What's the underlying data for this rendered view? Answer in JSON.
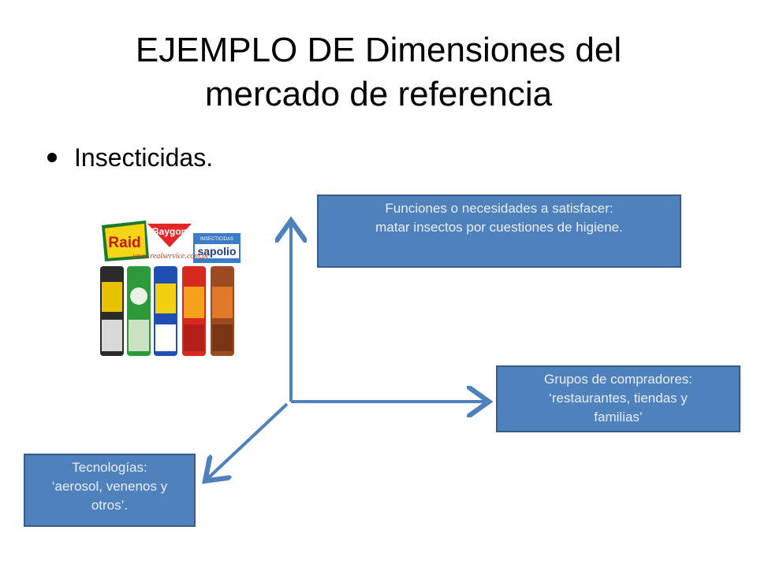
{
  "slide": {
    "title_line1": "EJEMPLO DE Dimensiones del",
    "title_line2": "mercado de referencia",
    "bullet": "Insecticidas."
  },
  "boxes": {
    "functions": {
      "line1": "Funciones o necesidades  a satisfacer:",
      "line2": "matar insectos por cuestiones de higiene."
    },
    "buyers": {
      "line1": "Grupos de compradores:",
      "line2": "‘restaurantes, tiendas y",
      "line3": "familias’"
    },
    "technologies": {
      "line1": "Tecnologías:",
      "line2": "‘aerosol, venenos y",
      "line3": "otros’."
    }
  },
  "image": {
    "brand_1": "Raid",
    "brand_2": "Baygon",
    "brand_3": "sapolio",
    "banner_small": "INSECTICIDAS",
    "watermark": "www.realservice.com.pe"
  },
  "colors": {
    "box_fill": "#4f81bd",
    "box_border": "#385d8a",
    "arrow": "#4f81bd"
  }
}
